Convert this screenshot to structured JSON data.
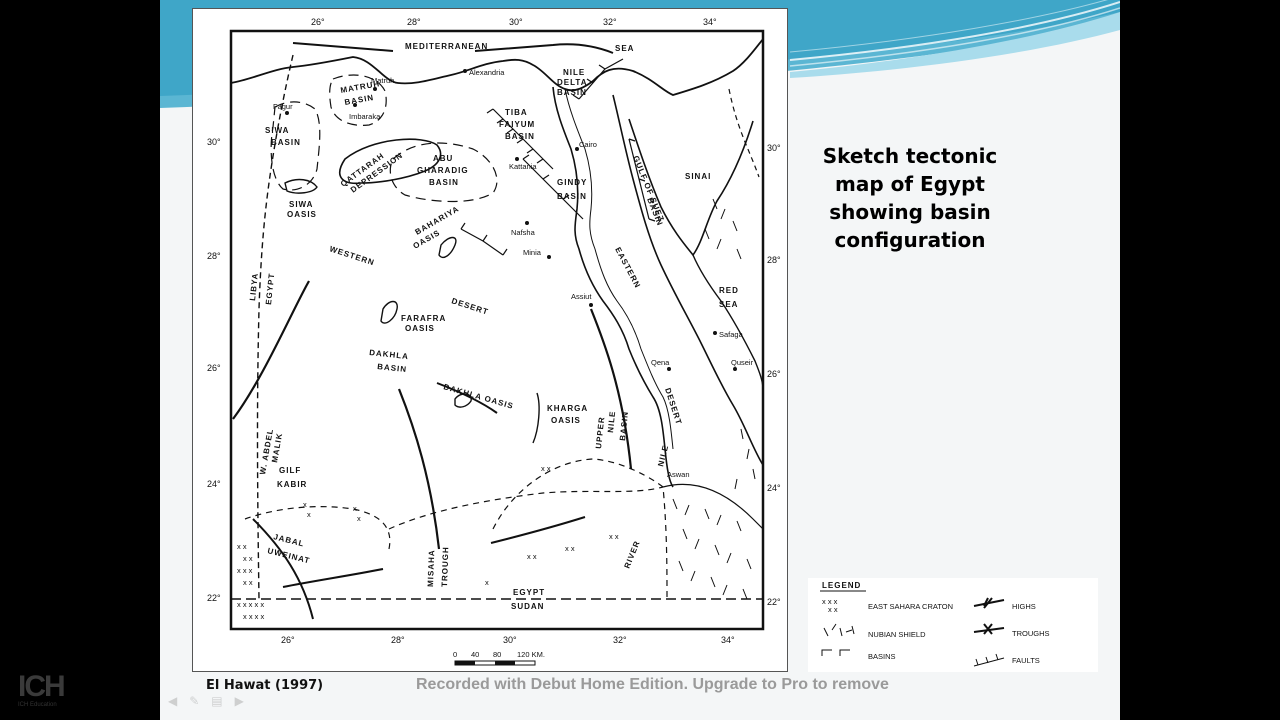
{
  "slide": {
    "title_lines": [
      "Sketch tectonic",
      "map of Egypt",
      "showing basin",
      "configuration"
    ],
    "citation": "El Hawat (1997)",
    "watermark": "Recorded with Debut Home Edition. Upgrade to Pro to remove",
    "logo_text": "ICH",
    "logo_subtext": "ICH Education"
  },
  "map": {
    "longitude_ticks": [
      "26°",
      "28°",
      "30°",
      "32°",
      "34°"
    ],
    "latitude_ticks": [
      "30°",
      "28°",
      "26°",
      "24°",
      "22°"
    ],
    "scale_bar": {
      "ticks": [
        "0",
        "40",
        "80",
        "120 KM."
      ]
    },
    "seas": {
      "north_1": "MEDITERRANEAN",
      "north_2": "SEA",
      "red_1": "RED",
      "red_2": "SEA"
    },
    "regions": {
      "western_desert_1": "WESTERN",
      "western_desert_2": "DESERT",
      "eastern_desert_1": "EASTERN",
      "eastern_desert_2": "DESERT",
      "sinai": "SINAI",
      "river_nile_1": "RIVER",
      "river_nile_2": "NILE",
      "libya_egypt_1": "LIBYA",
      "libya_egypt_2": "EGYPT",
      "egypt": "EGYPT",
      "sudan": "SUDAN"
    },
    "basins": {
      "matruh_1": "MATRUH",
      "matruh_2": "BASIN",
      "nile_delta_1": "NILE",
      "nile_delta_2": "DELTA",
      "nile_delta_3": "BASIN",
      "siwa_1": "SIWA",
      "siwa_2": "BASIN",
      "tiba_1": "TIBA",
      "tiba_2": "FAIYUM",
      "tiba_3": "BASIN",
      "qattara_1": "QATTARAH",
      "qattara_2": "DEPRESSION",
      "abu_gharadig_1": "ABU",
      "abu_gharadig_2": "GHARADIG",
      "abu_gharadig_3": "BASIN",
      "gindy_1": "GINDY",
      "gindy_2": "BASIN",
      "gulf_suez_1": "GULF OF SUEZ",
      "gulf_suez_2": "BASIN",
      "dakhla_1": "DAKHLA",
      "dakhla_2": "BASIN",
      "upper_nile_1": "UPPER",
      "upper_nile_2": "NILE",
      "upper_nile_3": "BASIN",
      "misaha_1": "MISAHA",
      "misaha_2": "TROUGH"
    },
    "oases": {
      "siwa_1": "SIWA",
      "siwa_2": "OASIS",
      "bahariya_1": "BAHARIYA",
      "bahariya_2": "OASIS",
      "farafra_1": "FARAFRA",
      "farafra_2": "OASIS",
      "dakhla": "DAKHLA OASIS",
      "kharga_1": "KHARGA",
      "kharga_2": "OASIS"
    },
    "places": {
      "matruh": "Matruh",
      "alexandria": "Alexandria",
      "fagur": "Fagur",
      "imbaraka": "Imbaraka",
      "cairo": "Cairo",
      "kattania": "Kattania",
      "nafsha": "Nafsha",
      "minia": "Minia",
      "assiut": "Assiut",
      "safaga": "Safaga",
      "quseir": "Quseir",
      "qena": "Qena",
      "aswan": "Aswan"
    },
    "features": {
      "w_abdel_malik_1": "W. ABDEL",
      "w_abdel_malik_2": "MALIK",
      "gilf_kabir_1": "GILF",
      "gilf_kabir_2": "KABIR",
      "jabal_uweinat_1": "JABAL",
      "jabal_uweinat_2": "UWEINAT"
    }
  },
  "legend": {
    "title": "LEGEND",
    "items": {
      "craton": "EAST SAHARA CRATON",
      "shield": "NUBIAN SHIELD",
      "basins": "BASINS",
      "highs": "HIGHS",
      "troughs": "TROUGHS",
      "faults": "FAULTS"
    }
  },
  "colors": {
    "swoosh_dark": "#3fa6c8",
    "swoosh_light": "#a9dcec",
    "slide_bg": "#f4f6f7"
  }
}
